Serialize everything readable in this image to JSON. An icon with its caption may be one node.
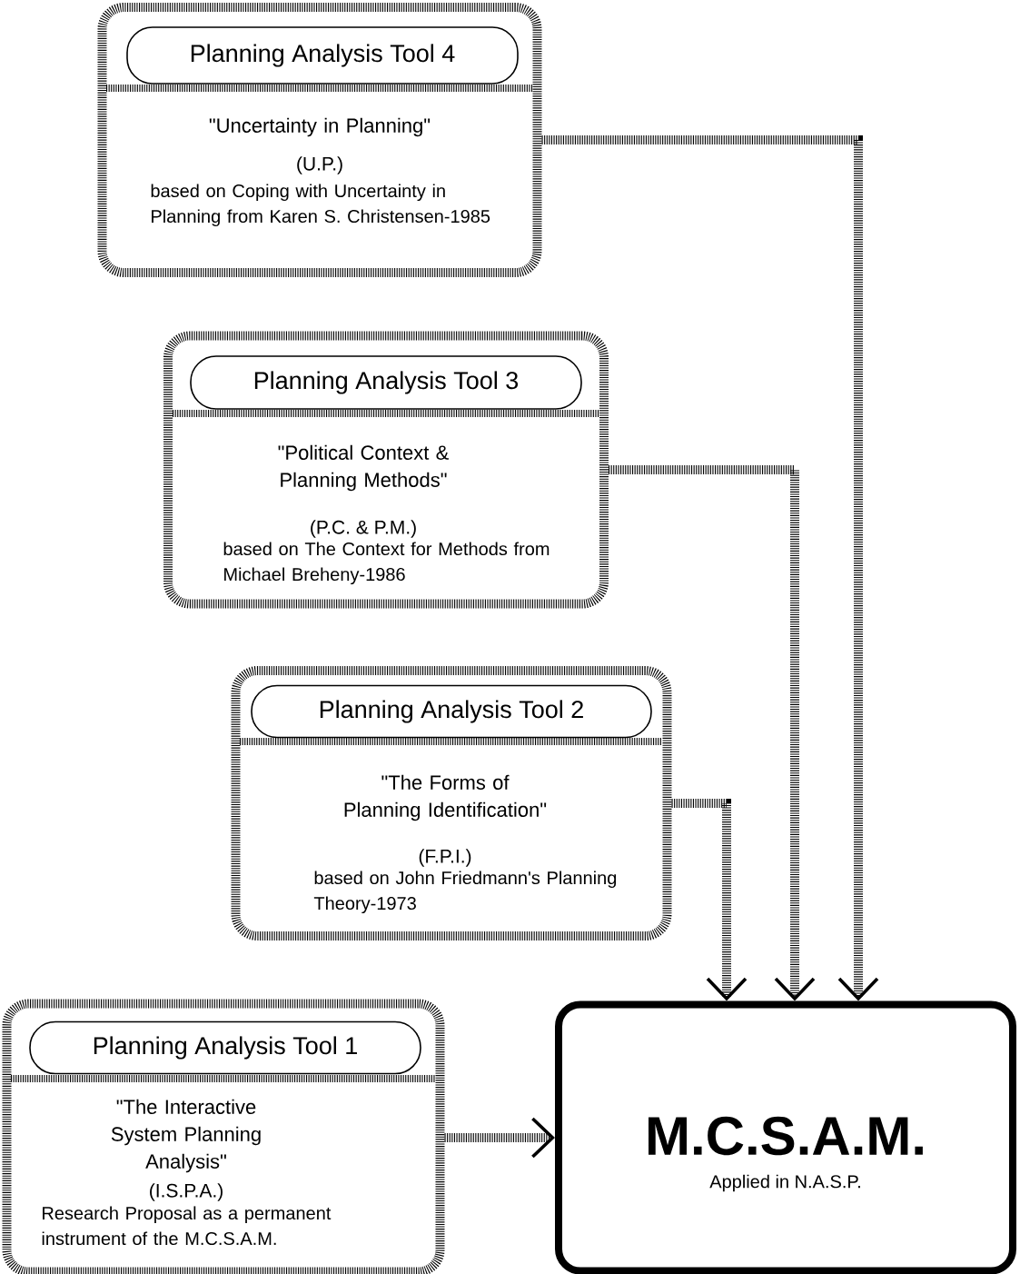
{
  "diagram": {
    "nodes": [
      {
        "text": [
          "Planning Analysis Tool 4",
          "\"Uncertainty in Planning\"",
          "(U.P.)",
          "based on Coping with Uncertainty in Planning from Karen S. Christensen-1985"
        ]
      },
      {
        "text": [
          "Planning Analysis Tool 3",
          "\"Political Context & Planning Methods\"",
          "(P.C. & P.M.)",
          "based on The Context for Methods from Michael Breheny-1986"
        ]
      },
      {
        "text": [
          "Planning Analysis Tool 2",
          "\"The Forms of Planning Identification\"",
          "(F.P.I.)",
          "based on John Friedmann's Planning Theory-1973"
        ]
      },
      {
        "text": [
          "Planning Analysis Tool 1",
          "\"The Interactive System Planning Analysis\"",
          "(I.S.P.A.)",
          "Research Proposal as a permanent instrument of the M.C.S.A.M."
        ]
      },
      {
        "text": [
          "M.C.S.A.M.",
          "Applied in N.A.S.P."
        ]
      }
    ],
    "edges": [
      {
        "from": 0,
        "to": 4,
        "arrow": "to"
      },
      {
        "from": 1,
        "to": 4,
        "arrow": "to"
      },
      {
        "from": 2,
        "to": 4,
        "arrow": "to"
      },
      {
        "from": 3,
        "to": 4,
        "arrow": "to"
      }
    ]
  }
}
